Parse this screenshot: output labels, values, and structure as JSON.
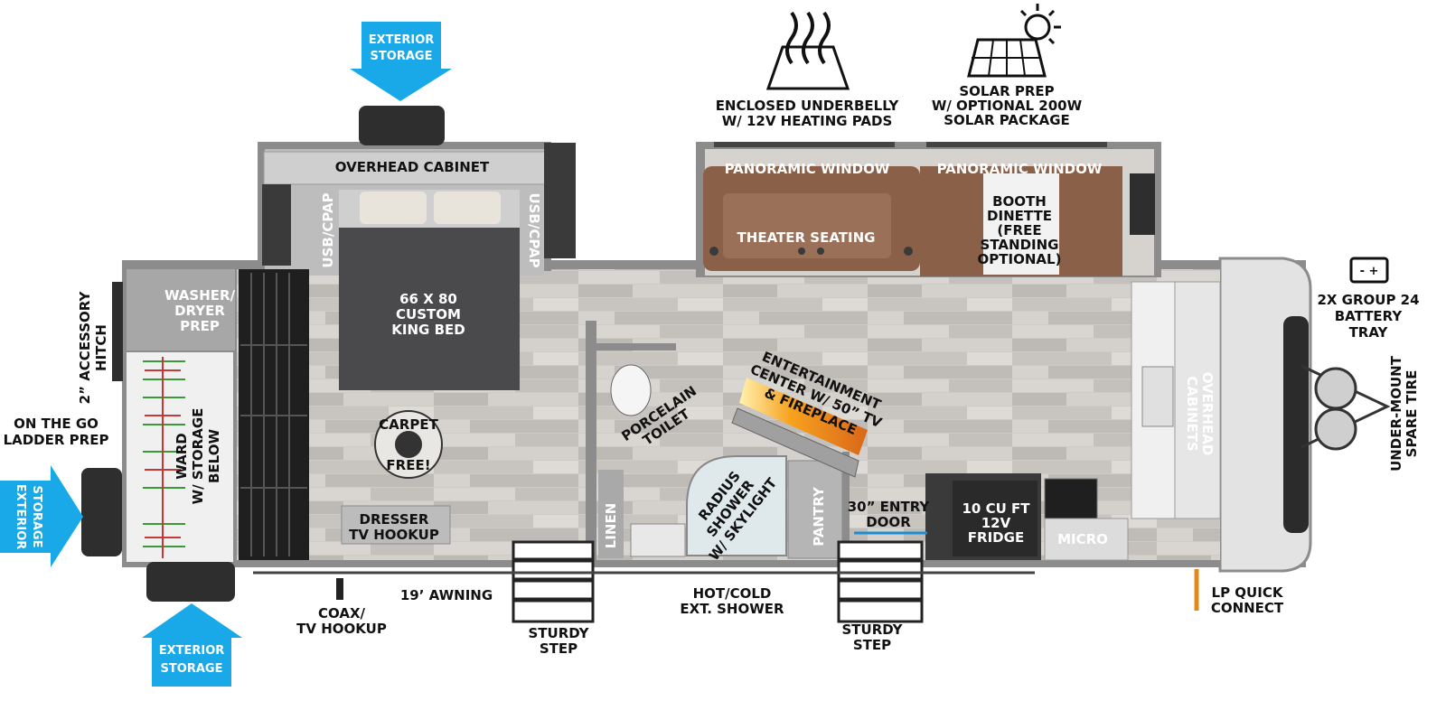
{
  "callouts": {
    "storage_top": [
      "EXTERIOR",
      "STORAGE"
    ],
    "storage_left": [
      "EXTERIOR",
      "STORAGE"
    ],
    "storage_bottom": [
      "EXTERIOR",
      "STORAGE"
    ]
  },
  "features": {
    "underbelly": [
      "ENCLOSED UNDERBELLY",
      "W/ 12V HEATING PADS"
    ],
    "solar": [
      "SOLAR PREP",
      "W/ OPTIONAL 200W",
      "SOLAR PACKAGE"
    ],
    "battery": [
      "2X GROUP 24",
      "BATTERY",
      "TRAY"
    ],
    "spare_tire": [
      "UNDER-MOUNT",
      "SPARE TIRE"
    ],
    "accessory_hitch": [
      "2” ACCESSORY",
      "HITCH"
    ],
    "ladder": [
      "ON THE GO",
      "LADDER PREP"
    ],
    "coax": [
      "COAX/",
      "TV HOOKUP"
    ],
    "awning": "19’ AWNING",
    "ext_shower": [
      "HOT/COLD",
      "EXT. SHOWER"
    ],
    "sturdy_step_1": [
      "STURDY",
      "STEP"
    ],
    "sturdy_step_2": [
      "STURDY",
      "STEP"
    ],
    "lp": [
      "LP QUICK",
      "CONNECT"
    ]
  },
  "rooms": {
    "overhead_cabinet": "OVERHEAD CABINET",
    "usb_left": "USB/CPAP",
    "usb_right": "USB/CPAP",
    "bed": [
      "66 X 80",
      "CUSTOM",
      "KING BED"
    ],
    "washer": [
      "WASHER/",
      "DRYER",
      "PREP"
    ],
    "wardrobe": [
      "WARD",
      "W/ STORAGE",
      "BELOW"
    ],
    "carpet": [
      "CARPET",
      "FREE!"
    ],
    "dresser": [
      "DRESSER",
      "TV HOOKUP"
    ],
    "toilet": [
      "PORCELAIN",
      "TOILET"
    ],
    "linen": "LINEN",
    "shower": [
      "RADIUS",
      "SHOWER",
      "W/ SKYLIGHT"
    ],
    "pantry": "PANTRY",
    "entertainment": [
      "ENTERTAINMENT",
      "CENTER W/ 50” TV",
      "& FIREPLACE"
    ],
    "panoramic_1": "PANORAMIC WINDOW",
    "panoramic_2": "PANORAMIC WINDOW",
    "theater": "THEATER SEATING",
    "booth": [
      "BOOTH",
      "DINETTE",
      "(FREE",
      "STANDING",
      "OPTIONAL)"
    ],
    "entry_door": [
      "30” ENTRY",
      "DOOR"
    ],
    "fridge": [
      "10 CU FT",
      "12V",
      "FRIDGE"
    ],
    "micro": "MICRO",
    "overhead_cabinets": [
      "OVERHEAD",
      "CABINETS"
    ]
  },
  "battery_symbol": "-  +",
  "colors": {
    "callout_blue": "#1aa9e8",
    "floor": "#cfccc8",
    "wall": "#8c8c8c",
    "sofa": "#8a6048",
    "bed": "#4a4a4c",
    "fireplace": "#f0a020",
    "lp_line": "#e08a1e"
  },
  "icons": [
    "heat-icon",
    "solar-panel-icon",
    "battery-icon",
    "spare-tire-icon"
  ]
}
